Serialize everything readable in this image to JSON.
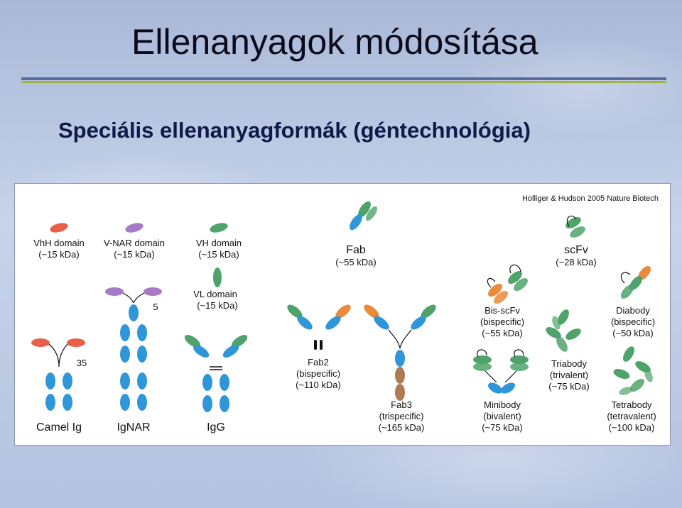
{
  "slide": {
    "title": "Ellenanyagok módosítása",
    "subtitle": "Speciális ellenanyagformák (géntechnológia)"
  },
  "figure": {
    "citation": "Holliger & Hudson 2005 Nature Biotech",
    "colors": {
      "red": "#e8604a",
      "purple": "#a77ac8",
      "green": "#4fa36a",
      "blue": "#2f97d8",
      "orange": "#eb8a3a",
      "brown": "#b07a55",
      "black": "#111111"
    },
    "labels": {
      "vhh_name": "VhH domain",
      "vhh_size": "(~15 kDa)",
      "vnar_name": "V-NAR domain",
      "vnar_size": "(~15 kDa)",
      "vh_name": "VH domain",
      "vh_size": "(~15 kDa)",
      "vl_name": "VL domain",
      "vl_size": "(~15 kDa)",
      "fab_name": "Fab",
      "fab_size": "(~55 kDa)",
      "scfv_name": "scFv",
      "scfv_size": "(~28 kDa)",
      "camel_name": "Camel Ig",
      "camel_num": "35",
      "ignar_name": "IgNAR",
      "ignar_num": "5",
      "igg_name": "IgG",
      "fab2_name": "Fab2",
      "fab2_type": "(bispecific)",
      "fab2_size": "(~110 kDa)",
      "fab3_name": "Fab3",
      "fab3_type": "(trispecific)",
      "fab3_size": "(~165 kDa)",
      "bisscfv_name": "Bis-scFv",
      "bisscfv_type": "(bispecific)",
      "bisscfv_size": "(~55 kDa)",
      "diabody_name": "Diabody",
      "diabody_type": "(bispecific)",
      "diabody_size": "(~50 kDa)",
      "minibody_name": "Minibody",
      "minibody_type": "(bivalent)",
      "minibody_size": "(~75 kDa)",
      "triabody_name": "Triabody",
      "triabody_type": "(trivalent)",
      "triabody_size": "(~75 kDa)",
      "tetrabody_name": "Tetrabody",
      "tetrabody_type": "(tetravalent)",
      "tetrabody_size": "(~100 kDa)"
    }
  }
}
